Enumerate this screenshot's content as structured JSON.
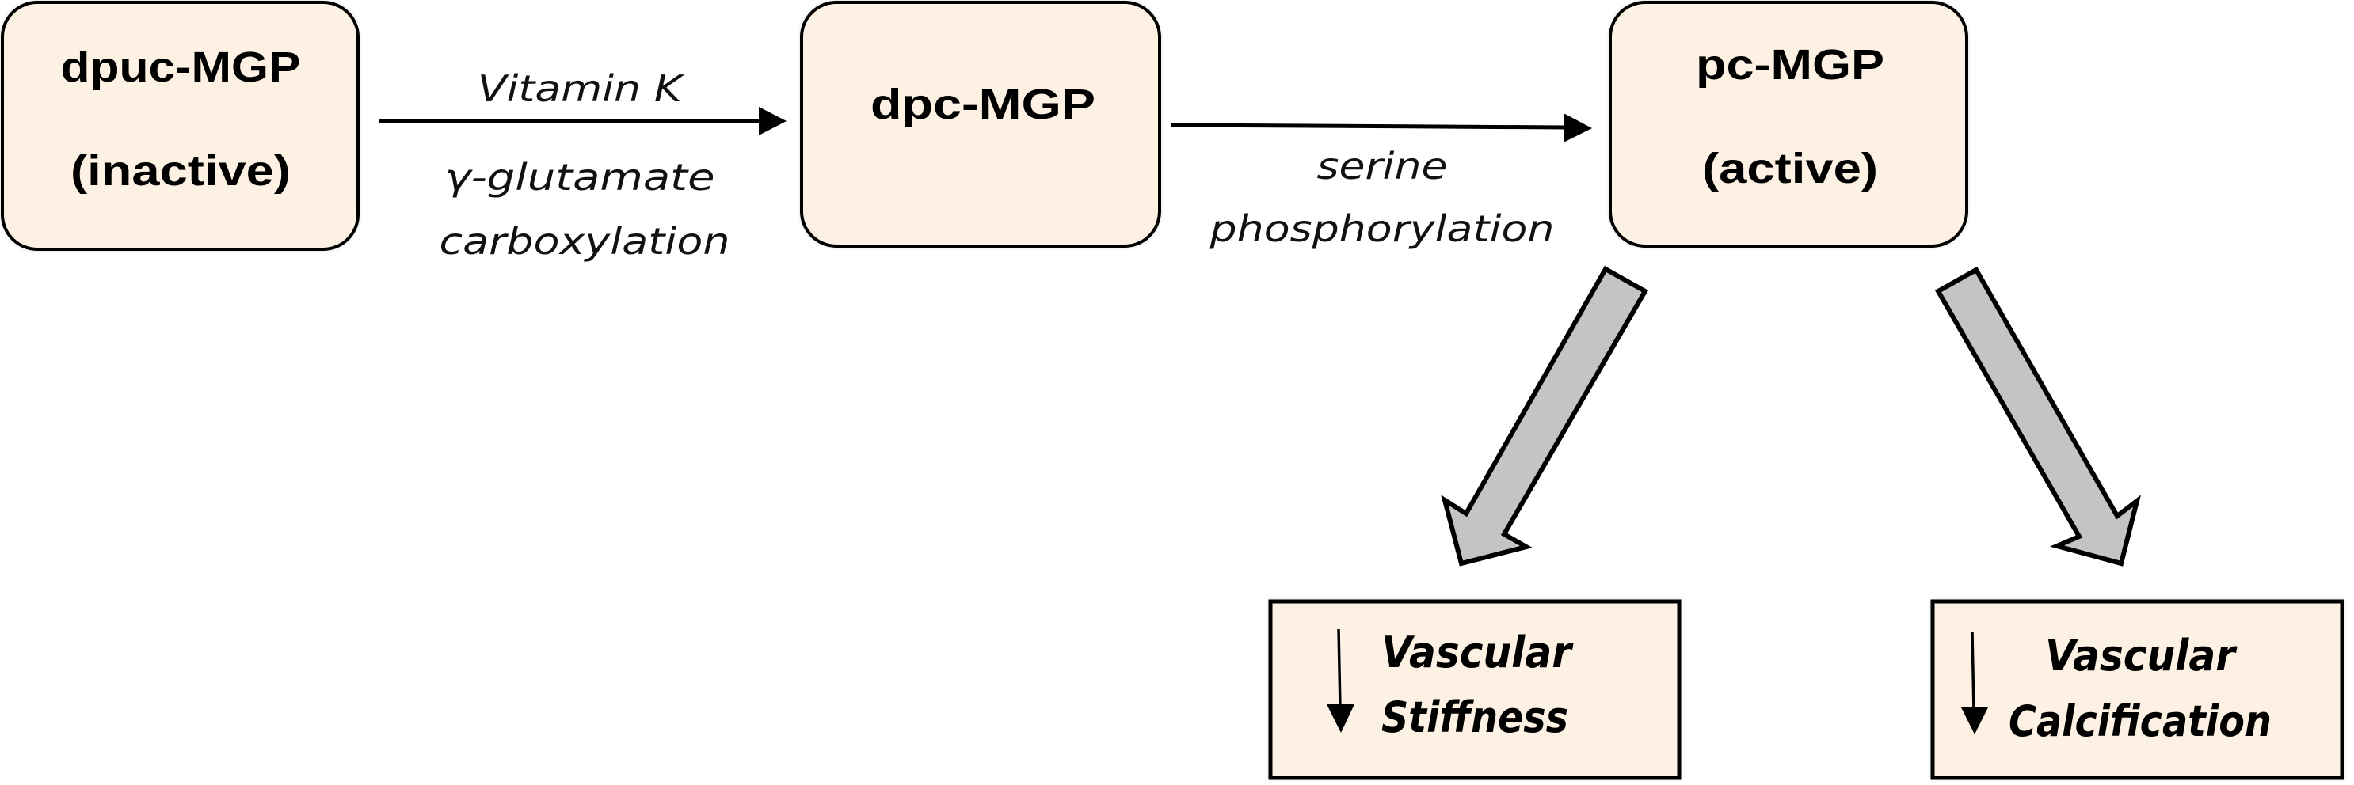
{
  "diagram": {
    "title": "MGP activation pathway",
    "colors": {
      "box_fill": "#fdf1e3",
      "box_stroke": "#000000",
      "block_arrow_fill": "#c4c4c4",
      "block_arrow_stroke": "#000000",
      "text": "#000000"
    },
    "nodes": {
      "dpuc": {
        "line1": "dpuc-MGP",
        "line2": "(inactive)"
      },
      "dpc": {
        "line1": "dpc-MGP"
      },
      "pc": {
        "line1": "pc-MGP",
        "line2": "(active)"
      }
    },
    "edges": {
      "dpuc_to_dpc": {
        "label_above": "Vitamin K",
        "label_below_1": "γ-glutamate",
        "label_below_2": "carboxylation"
      },
      "dpc_to_pc": {
        "label_below_1": "serine",
        "label_below_2": "phosphorylation"
      }
    },
    "outcomes": [
      {
        "direction": "decrease",
        "line1": "Vascular",
        "line2": "Stiffness",
        "icon": "down-arrow-icon"
      },
      {
        "direction": "decrease",
        "line1": "Vascular",
        "line2": "Calcification",
        "icon": "down-arrow-icon"
      }
    ]
  }
}
